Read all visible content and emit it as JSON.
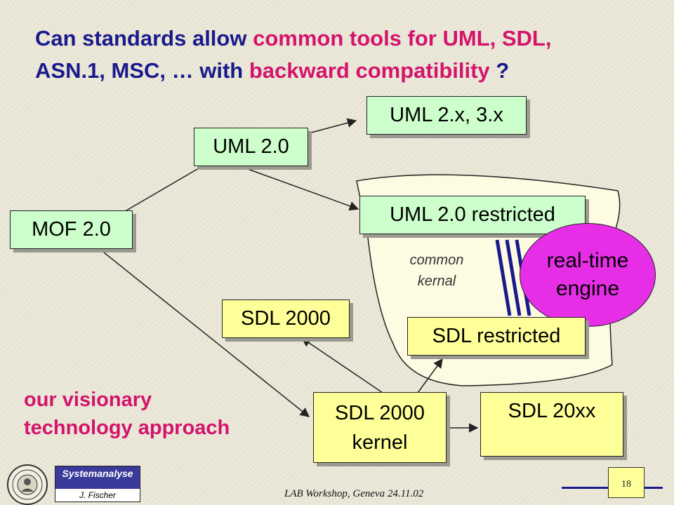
{
  "title": {
    "part1": "Can standards allow ",
    "part2": "common tools for UML, SDL,",
    "part3": "ASN.1, MSC, … with ",
    "part4": "backward compatibility",
    "part5": " ?"
  },
  "nodes": {
    "uml2x": "UML 2.x, 3.x",
    "uml20": "UML 2.0",
    "mof20": "MOF 2.0",
    "uml20_restricted": "UML 2.0 restricted",
    "sdl2000": "SDL 2000",
    "sdl_restricted": "SDL restricted",
    "sdl2000_kernel_line1": "SDL 2000",
    "sdl2000_kernel_line2": "kernel",
    "sdl20xx": "SDL 20xx",
    "realtime_line1": "real-time",
    "realtime_line2": "engine"
  },
  "region_label": {
    "line1": "common",
    "line2": "kernal"
  },
  "visionary": {
    "line1": "our visionary",
    "line2": "technology approach"
  },
  "footer": {
    "workshop": "LAB Workshop, Geneva 24.11.02",
    "page": "18",
    "logo_name": "Systemanalyse",
    "logo_author": "J. Fischer"
  },
  "colors": {
    "title": "#1a1a8c",
    "highlight": "#d4146c",
    "green_box": "#ccffcc",
    "yellow_box": "#ffff99",
    "ellipse": "#e62ee6",
    "region": "#fefbe3"
  }
}
